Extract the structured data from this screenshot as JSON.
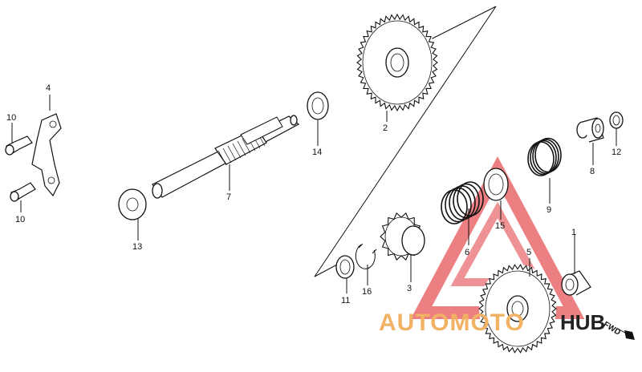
{
  "callouts": [
    {
      "id": "label-1",
      "text": "1"
    },
    {
      "id": "label-2",
      "text": "2"
    },
    {
      "id": "label-3",
      "text": "3"
    },
    {
      "id": "label-4",
      "text": "4"
    },
    {
      "id": "label-5",
      "text": "5"
    },
    {
      "id": "label-6",
      "text": "6"
    },
    {
      "id": "label-7",
      "text": "7"
    },
    {
      "id": "label-8",
      "text": "8"
    },
    {
      "id": "label-9",
      "text": "9"
    },
    {
      "id": "label-10a",
      "text": "10"
    },
    {
      "id": "label-10b",
      "text": "10"
    },
    {
      "id": "label-11",
      "text": "11"
    },
    {
      "id": "label-12",
      "text": "12"
    },
    {
      "id": "label-13",
      "text": "13"
    },
    {
      "id": "label-14",
      "text": "14"
    },
    {
      "id": "label-15",
      "text": "15"
    },
    {
      "id": "label-16",
      "text": "16"
    }
  ],
  "watermark": {
    "part1": "AUTOMOTO",
    "part2": "HUB",
    "color_orange": "#f2b264",
    "color_red": "#e0292e",
    "color_dark": "#222222"
  },
  "direction_marker": {
    "text": "FWD"
  }
}
